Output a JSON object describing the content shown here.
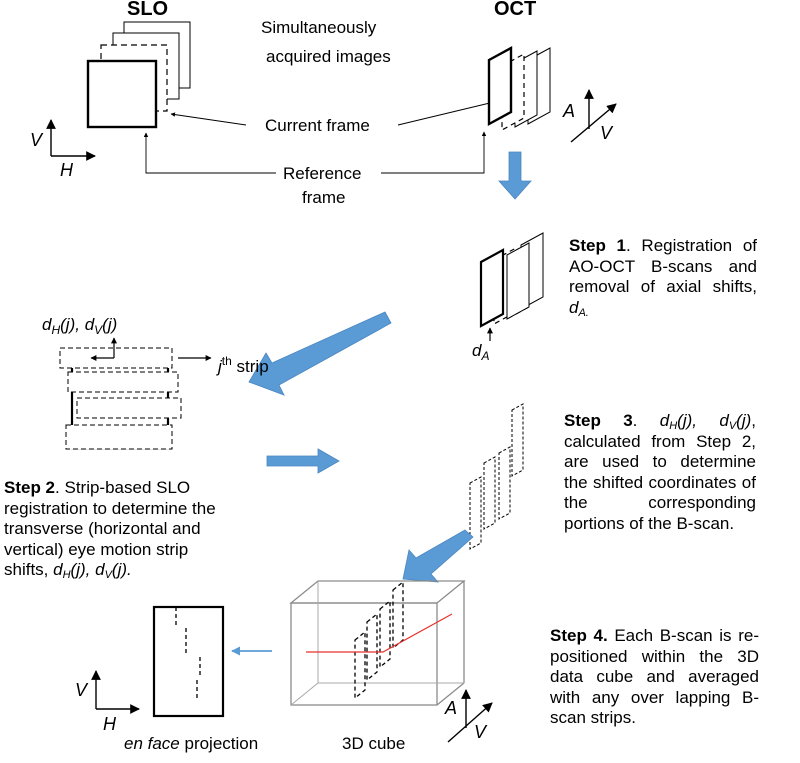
{
  "labels": {
    "slo": "SLO",
    "oct": "OCT",
    "simultaneous_line1": "Simultaneously",
    "simultaneous_line2": "acquired images",
    "current_frame": "Current frame",
    "reference_line1": "Reference",
    "reference_line2": "frame",
    "axis_v": "V",
    "axis_h": "H",
    "axis_a": "A",
    "strip_label": "strip",
    "strip_j": "j",
    "strip_th": "th",
    "shift_label_dh": "d",
    "shift_label_sub_h": "H",
    "shift_label_j1": "(j), ",
    "shift_label_dv": "d",
    "shift_label_sub_v": "V",
    "shift_label_j2": "(j)",
    "da_d": "d",
    "da_sub": "A",
    "en_face_italic": "en face",
    "en_face_rest": " projection",
    "cube_label": "3D cube"
  },
  "steps": {
    "step1": {
      "title": "Step 1",
      "text": ". Registration of AO-OCT B-scans and removal of axial shifts, ",
      "sym_d": "d",
      "sym_sub": "A."
    },
    "step2": {
      "title": "Step 2",
      "text": ". Strip-based SLO registration to determine the transverse (horizontal and vertical) eye motion strip shifts, ",
      "sym_dh": "d",
      "sym_sub_h": "H",
      "sym_j1": "(j), ",
      "sym_dv": "d",
      "sym_sub_v": "V",
      "sym_j2": "(j)."
    },
    "step3": {
      "title": "Step 3",
      "text_before": ". ",
      "sym_dh": "d",
      "sym_sub_h": "H",
      "sym_j1": "(j), ",
      "sym_dv": "d",
      "sym_sub_v": "V",
      "sym_j2": "(j)",
      "text": ", calculated from Step 2, are used to determine the shifted coordinates of the corresponding portions of the B-scan."
    },
    "step4": {
      "title": "Step 4.",
      "text": " Each B-scan is re-positioned within the 3D data cube and averaged with any over lapping B-scan strips."
    }
  },
  "colors": {
    "flow_arrow": "#5b9bd5",
    "registration_line": "#e8322b",
    "cube_edge": "#8c8c8c",
    "en_face_arrow": "#5b9bd5"
  }
}
